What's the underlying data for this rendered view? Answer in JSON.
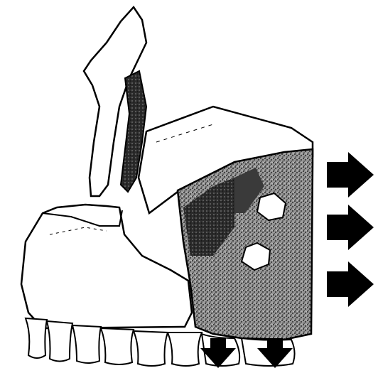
{
  "figure": {
    "background": "#ffffff",
    "ink": "#000000",
    "shade_dark": "#1a1a1a",
    "shade_mid": "#6e6e6e",
    "shade_light": "#bdbdbd"
  },
  "arrows": {
    "lateral": [
      "arrow-right",
      "arrow-right",
      "arrow-right"
    ],
    "inferior": [
      "arrow-down",
      "arrow-down"
    ]
  },
  "annotations": []
}
